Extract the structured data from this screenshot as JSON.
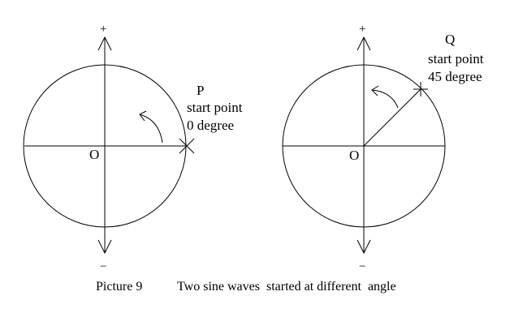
{
  "left_diagram": {
    "positive_sign": "+",
    "negative_sign": "−",
    "center_label": "O",
    "point_name": "P",
    "point_text_line1": "start point",
    "point_text_line2": "0 degree"
  },
  "right_diagram": {
    "positive_sign": "+",
    "negative_sign": "−",
    "center_label": "O",
    "point_name": "Q",
    "point_text_line1": "start point",
    "point_text_line2": "45 degree"
  },
  "caption": {
    "figure_number": "Picture 9",
    "text": "Two sine waves  started at different  angle"
  },
  "colors": {
    "line": "#000000",
    "background": "#ffffff"
  }
}
